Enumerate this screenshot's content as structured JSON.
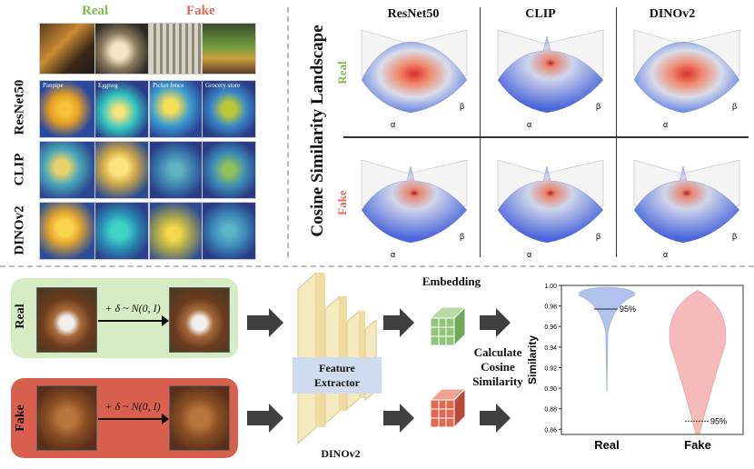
{
  "top_left": {
    "header_real": "Real",
    "header_fake": "Fake",
    "row_labels": [
      "ResNet50",
      "CLIP",
      "DINOv2"
    ],
    "captions": [
      "Panpipe",
      "Eggnog",
      "Picket fence",
      "Grocery store"
    ],
    "colors": {
      "real": "#7cbf4f",
      "fake": "#e7665a"
    }
  },
  "landscape": {
    "side_title": "Cosine Similarity Landscape",
    "col_titles": [
      "ResNet50",
      "CLIP",
      "DINOv2"
    ],
    "row_labels": [
      "Real",
      "Fake"
    ],
    "axis_alpha": "α",
    "axis_beta": "β"
  },
  "pipeline": {
    "real_label": "Real",
    "fake_label": "Fake",
    "perturb_formula": "+ δ ~ N(0, I)",
    "extractor_label": "Feature Extractor",
    "model_label": "DINOv2",
    "embedding_label": "Embedding",
    "calc_label": "Calculate Cosine Similarity",
    "colors": {
      "real_box": "#d5ecc5",
      "fake_box": "#d9604f",
      "extractor": "#f6e9bd",
      "extractor_tag": "#cfdcef",
      "cube_real": "#92c47a",
      "cube_fake": "#e06950"
    }
  },
  "chart_data": {
    "type": "violin",
    "categories": [
      "Real",
      "Fake"
    ],
    "ylabel": "Similarity",
    "ylim": [
      0.855,
      1.0
    ],
    "yticks": [
      0.86,
      0.88,
      0.9,
      0.92,
      0.94,
      0.96,
      0.98,
      1.0
    ],
    "ytick_labels": [
      "0.86",
      "0.88",
      "0.90",
      "0.92",
      "0.94",
      "0.96",
      "0.98",
      "1.00"
    ],
    "percentile_label": "95%",
    "series": [
      {
        "category": "Real",
        "p95": 0.977,
        "min": 0.897,
        "max": 0.998,
        "color": "#9fb4e8"
      },
      {
        "category": "Fake",
        "p95": 0.868,
        "min": 0.856,
        "max": 0.995,
        "color": "#f2a9a9"
      }
    ]
  }
}
